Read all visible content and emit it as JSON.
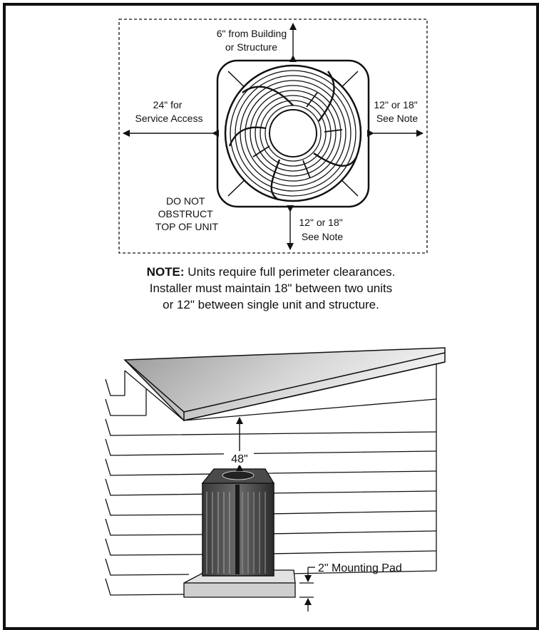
{
  "top_view": {
    "label_top": [
      "6\" from Building",
      "or Structure"
    ],
    "label_left": [
      "24\" for",
      "Service Access"
    ],
    "label_right": [
      "12\" or 18\"",
      "See Note"
    ],
    "label_bottom": [
      "12\" or 18\"",
      "See Note"
    ],
    "label_obstruct": [
      "DO NOT",
      "OBSTRUCT",
      "TOP OF UNIT"
    ]
  },
  "note": {
    "heading": "NOTE:",
    "text": "Units require full perimeter clearances.",
    "line2": "Installer must maintain 18\" between two units",
    "line3": "or 12\" between single unit and structure."
  },
  "side_view": {
    "height_label": "48\"",
    "pad_label": "2\" Mounting Pad"
  }
}
